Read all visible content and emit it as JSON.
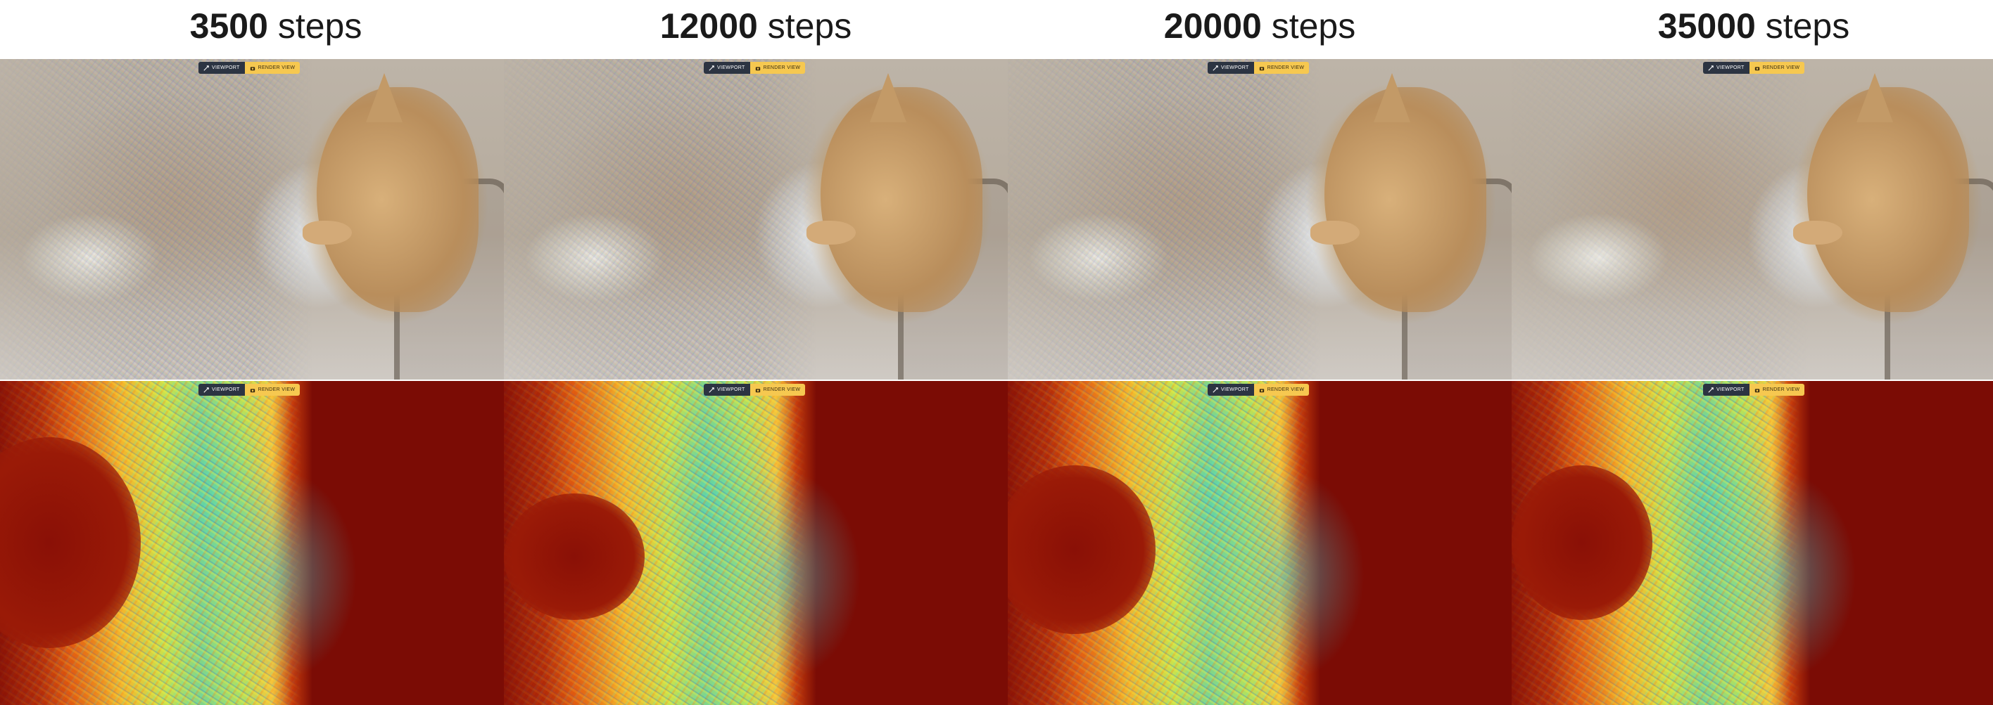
{
  "columns": [
    {
      "steps_value": "3500",
      "steps_unit": "steps"
    },
    {
      "steps_value": "12000",
      "steps_unit": "steps"
    },
    {
      "steps_value": "20000",
      "steps_unit": "steps"
    },
    {
      "steps_value": "35000",
      "steps_unit": "steps"
    }
  ],
  "toolbar": {
    "viewport_label": "VIEWPORT",
    "render_view_label": "RENDER VIEW",
    "viewport_icon": "viewport-icon",
    "render_icon": "camera-icon"
  },
  "colors": {
    "viewport_bg": "#2c3442",
    "render_bg": "#f6c850",
    "heatmap_low": "#7b0c05",
    "heatmap_high": "#3a8ee0"
  }
}
